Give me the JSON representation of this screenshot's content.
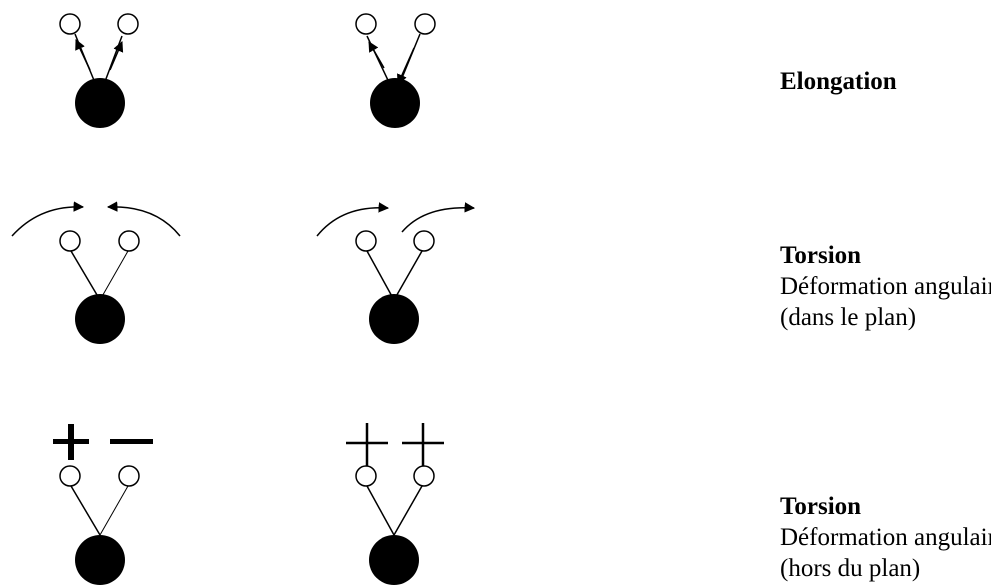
{
  "rows": [
    {
      "title": "Elongation",
      "lines": []
    },
    {
      "title": "Torsion",
      "lines": [
        "Déformation angulaire",
        "(dans le plan)"
      ]
    },
    {
      "title": "Torsion",
      "lines": [
        "Déformation angulaire",
        "(hors du plan)"
      ]
    }
  ],
  "colors": {
    "ink": "#000000",
    "background": "#ffffff"
  }
}
